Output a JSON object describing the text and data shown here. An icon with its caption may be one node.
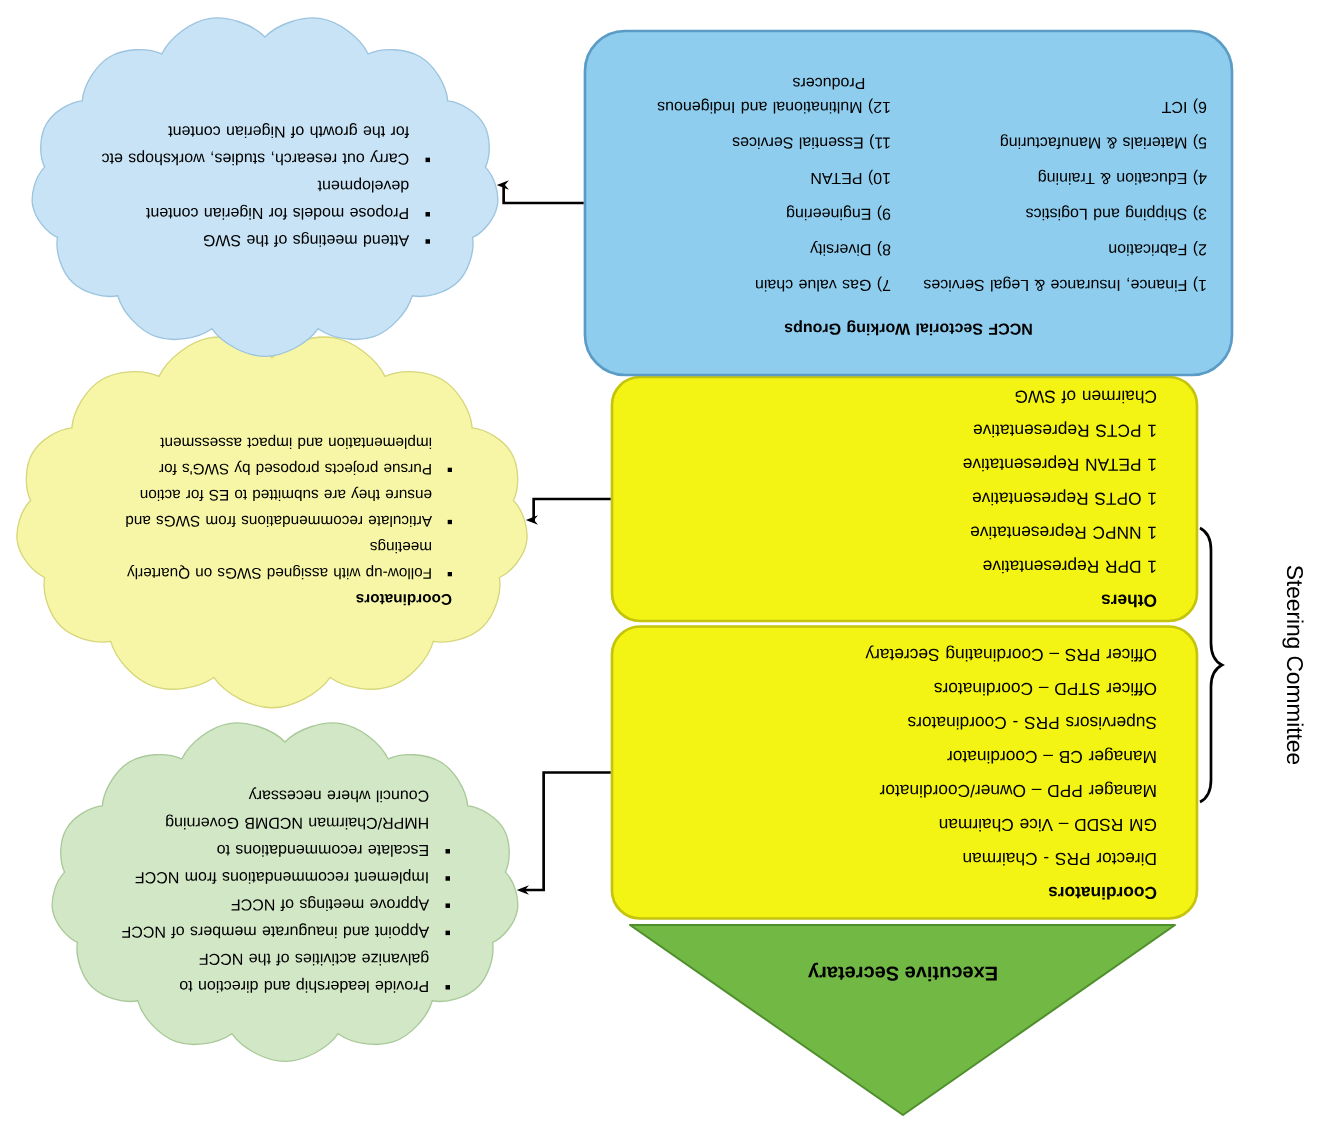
{
  "diagram": {
    "nodes": [
      {
        "text": [
          "Executive Secretary"
        ]
      },
      {
        "text": [
          "Coordinators",
          "Director PRS - Chairman",
          "GM RSDD – Vice Chairman",
          "Manager PPD – Owner/Coordinator",
          "Manager CB – Coordinator",
          "Supervisors PRS - Coordinators",
          "Officer STPD – Coordinators",
          "Officer PRS – Coordinating Secretary"
        ]
      },
      {
        "text": [
          "Others",
          "1 DPR Representative",
          "1 NNPC Representative",
          "1 OPTS Representative",
          "1 PETAN Representative",
          "1 PCTS Representative",
          "Chairmen of SWG"
        ]
      },
      {
        "text": [
          "NCCF Sectorial Working Groups",
          "1) Finance, Insurance & Legal Services",
          "2) Fabrication",
          "3) Shipping and Logistics",
          "4) Education & Training",
          "5) Materials & Manufacturing",
          "6) ICT",
          "7) Gas value chain",
          "8) Diversity",
          "9) Engineering",
          "10) PETAN",
          "11) Essential Services",
          "12) Multinational and Indigenous Producers"
        ]
      },
      {
        "text": [
          "Provide leadership and direction to galvanize activities of the NCCF",
          "Appoint and inaugurate members of NCCF",
          "Approve meetings of NCCF",
          "Implement recommendations from NCCF",
          "Escalate recommendations to HMPR/Chairman NCDMB Governing Council where necessary"
        ]
      },
      {
        "text": [
          "Coordinators",
          "Follow-up with assigned SWGs on Quarterly meetings",
          "Articulate recommendations from SWGs and ensure they are submitted to ES for action",
          "Pursue projects proposed by SWG's for implementation and impact assessment"
        ]
      },
      {
        "text": [
          "Attend meetings of the SWG",
          "Propose models for Nigerian content development",
          "Carry out research, studies, workshops etc for the growth of Nigerian content"
        ]
      }
    ],
    "edges": [
      {
        "from": 1,
        "to": 4,
        "arrow": "to"
      },
      {
        "from": 2,
        "to": 5,
        "arrow": "to"
      },
      {
        "from": 3,
        "to": 6,
        "arrow": "to"
      }
    ],
    "labels": [
      "Steering Committee"
    ]
  }
}
